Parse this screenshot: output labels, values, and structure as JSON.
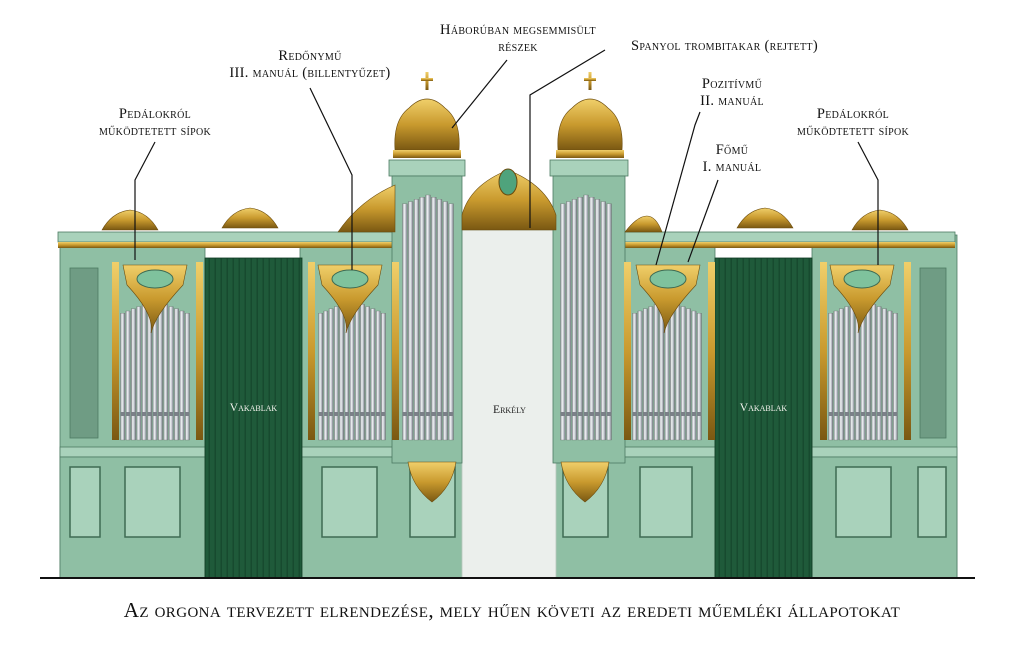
{
  "labels": {
    "destroyed": {
      "line1": "Háborúban megsemmisült",
      "line2": "részek"
    },
    "spanish": {
      "line1": "Spanyol trombitakar (rejtett)"
    },
    "swell": {
      "line1": "Redőnymű",
      "line2": "III. manuál (billentyűzet)"
    },
    "positive": {
      "line1": "Pozitívmű",
      "line2": "II. manuál"
    },
    "great": {
      "line1": "Főmű",
      "line2": "I. manuál"
    },
    "pedal_left": {
      "line1": "Pedálokról",
      "line2": "működtetett sípok"
    },
    "pedal_right": {
      "line1": "Pedálokról",
      "line2": "működtetett sípok"
    }
  },
  "inner_labels": {
    "fake_window_left": "Vakablak",
    "balcony": "Erkély",
    "fake_window_right": "Vakablak"
  },
  "caption": "Az orgona tervezett elrendezése, mely hűen követi az eredeti műemléki állapotokat",
  "colors": {
    "case_green": "#8fbfa4",
    "case_light": "#a9d2bb",
    "dark_green": "#1f5a3a",
    "gold": "#c99a2e",
    "pipe_silver": "#c9ccd2",
    "balcony": "#ebefec"
  }
}
